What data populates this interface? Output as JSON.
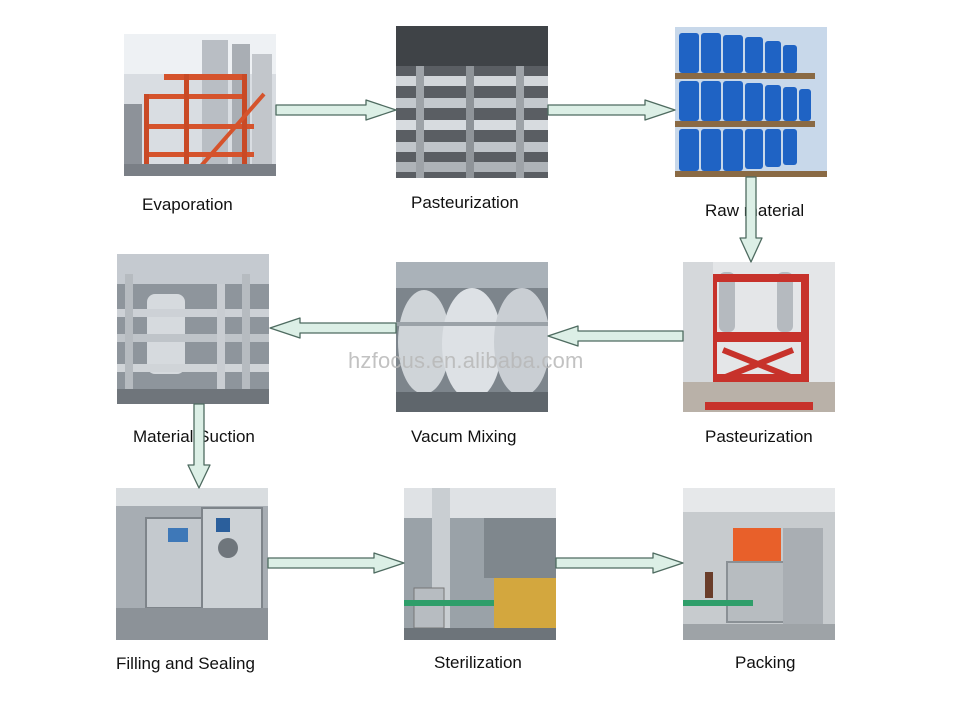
{
  "steps": [
    {
      "id": "evaporation",
      "label": "Evaporation"
    },
    {
      "id": "pasteurization-1",
      "label": "Pasteurization"
    },
    {
      "id": "raw-material",
      "label": "Raw material"
    },
    {
      "id": "pasteurization-2",
      "label": "Pasteurization"
    },
    {
      "id": "vacum-mixing",
      "label": "Vacum Mixing"
    },
    {
      "id": "material-suction",
      "label": "Material Suction"
    },
    {
      "id": "filling-sealing",
      "label": "Filling and Sealing"
    },
    {
      "id": "sterilization",
      "label": "Sterilization"
    },
    {
      "id": "packing",
      "label": "Packing"
    }
  ],
  "watermark": "hzfocus.en.alibaba.com",
  "colors": {
    "arrow_fill": "#dcefe6",
    "arrow_stroke": "#4e6b60",
    "steel": "#b9bec4",
    "blue_drum": "#1f63c4",
    "red_frame": "#c7322b",
    "orange": "#e8602a"
  }
}
